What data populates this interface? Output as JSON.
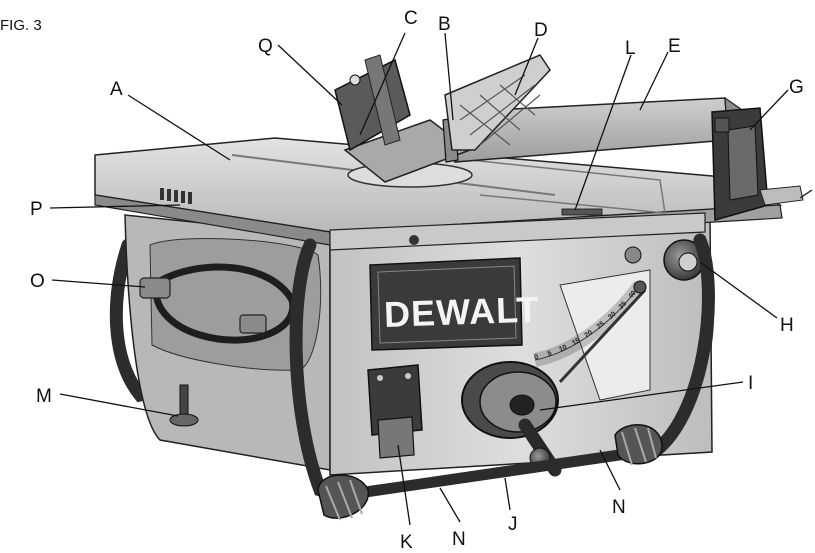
{
  "figure_label": "FIG. 3",
  "brand_logo": "DEWALT",
  "bevel_scale": [
    "0",
    "5",
    "10",
    "15",
    "20",
    "25",
    "30",
    "35",
    "40",
    "45"
  ],
  "callouts": [
    {
      "id": "A",
      "text": "A"
    },
    {
      "id": "B",
      "text": "B"
    },
    {
      "id": "C",
      "text": "C"
    },
    {
      "id": "D",
      "text": "D"
    },
    {
      "id": "E",
      "text": "E"
    },
    {
      "id": "G",
      "text": "G"
    },
    {
      "id": "H",
      "text": "H"
    },
    {
      "id": "I",
      "text": "I"
    },
    {
      "id": "J",
      "text": "J"
    },
    {
      "id": "K",
      "text": "K"
    },
    {
      "id": "L",
      "text": "L"
    },
    {
      "id": "M",
      "text": "M"
    },
    {
      "id": "N1",
      "text": "N"
    },
    {
      "id": "N2",
      "text": "N"
    },
    {
      "id": "O",
      "text": "O"
    },
    {
      "id": "P",
      "text": "P"
    },
    {
      "id": "Q",
      "text": "Q"
    }
  ],
  "colors": {
    "body_light": "#d9d9d9",
    "body_mid": "#b4b4b4",
    "body_dark": "#7e7e7e",
    "frame": "#2c2c2c",
    "logo_panel": "#3a3a3a"
  }
}
